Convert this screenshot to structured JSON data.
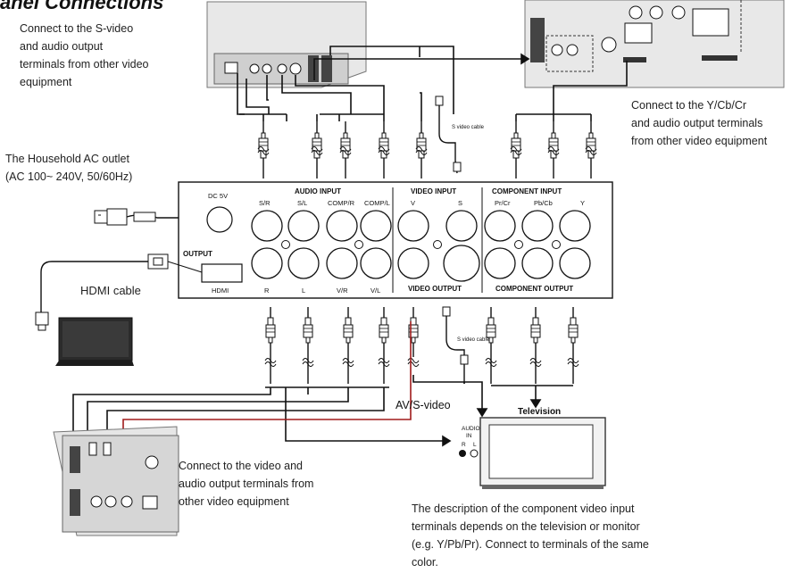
{
  "title": "anel Connections",
  "notes": {
    "svideo_source": "Connect to the S-video\nand audio output\nterminals from other video\nequipment",
    "component_source": "Connect to the Y/Cb/Cr\nand audio output terminals\nfrom other video equipment",
    "ac_outlet": "The Household AC outlet\n(AC 100~ 240V, 50/60Hz)",
    "hdmi_cable": "HDMI cable",
    "video_output_dest": "Connect to the video and\naudio output terminals from\nother video equipment",
    "component_description": "The description of the component video input\nterminals depends on the television or monitor\n(e.g. Y/Pb/Pr). Connect to terminals of the same\ncolor."
  },
  "labels": {
    "av_svideo": "AV/S-video",
    "television": "Television",
    "s_video_cable": "S video cable",
    "tv_audio_in": "AUDIO",
    "tv_in": "IN",
    "tv_r": "R",
    "tv_l": "L"
  },
  "panel": {
    "dc": "DC 5V",
    "output": "OUTPUT",
    "hdmi": "HDMI",
    "audio_input": "AUDIO INPUT",
    "video_input": "VIDEO INPUT",
    "component_input": "COMPONENT INPUT",
    "video_output": "VIDEO OUTPUT",
    "component_output": "COMPONENT OUTPUT",
    "top_jacks": [
      "S/R",
      "S/L",
      "COMP/R",
      "COMP/L",
      "V",
      "S",
      "Pr/Cr",
      "Pb/Cb",
      "Y"
    ],
    "bottom_jacks": [
      "R",
      "L",
      "V/R",
      "V/L"
    ]
  },
  "colors": {
    "line": "#111111",
    "red_cable": "#a01c1c",
    "device_gray": "#d9d9d9"
  }
}
